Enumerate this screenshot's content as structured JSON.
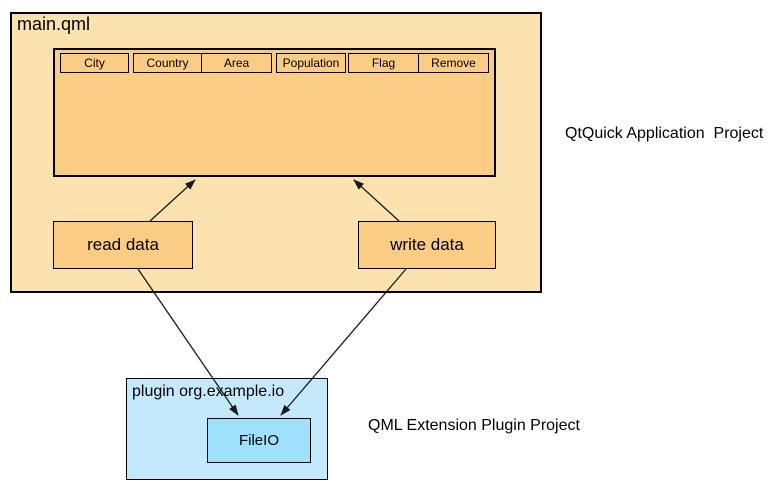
{
  "diagram": {
    "main_box": {
      "label": "main.qml",
      "caption": "QtQuick Application  Project"
    },
    "table_view": {
      "columns": [
        "City",
        "Country",
        "Area",
        "Population",
        "Flag",
        "Remove"
      ]
    },
    "actions": {
      "read_label": "read data",
      "write_label": "write data"
    },
    "plugin_box": {
      "label": "plugin org.example.io",
      "class_label": "FileIO",
      "caption": "QML Extension Plugin Project"
    },
    "colors": {
      "app_box_fill": "#FCE2AE",
      "inner_box_fill": "#FBCD84",
      "plugin_box_fill": "#C5E9FC",
      "fileio_box_fill": "#9FE0FA",
      "border": "#000000",
      "arrow": "#1a1a1a"
    }
  }
}
